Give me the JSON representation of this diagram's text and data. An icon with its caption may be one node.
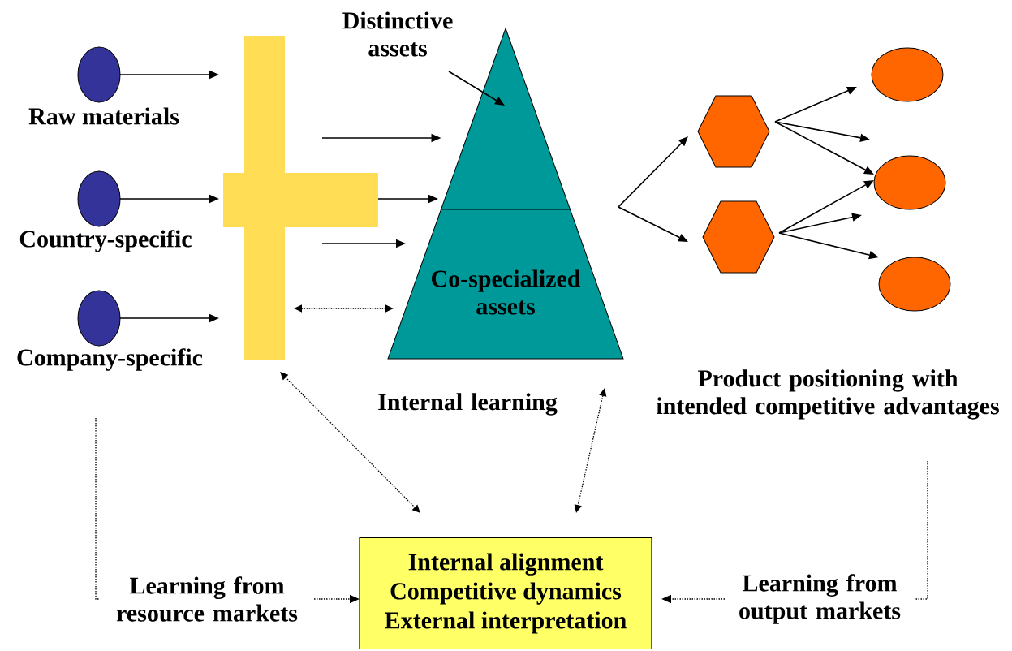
{
  "diagram": {
    "nodes": [
      {
        "text": [],
        "shape": "circle",
        "beside": [
          "Raw materials"
        ]
      },
      {
        "text": [],
        "shape": "circle",
        "beside": [
          "Country-specific"
        ]
      },
      {
        "text": [],
        "shape": "circle",
        "beside": [
          "Company-specific"
        ]
      },
      {
        "text": [],
        "shape": "cross"
      },
      {
        "text": [],
        "shape": "triangle"
      },
      {
        "text": [
          "Co-specialized assets"
        ]
      },
      {
        "text": [
          "Distinctive assets"
        ]
      },
      {
        "text": [],
        "shape": "hexagon"
      },
      {
        "text": [],
        "shape": "hexagon"
      },
      {
        "text": [],
        "shape": "circle"
      },
      {
        "text": [],
        "shape": "circle"
      },
      {
        "text": [],
        "shape": "circle"
      },
      {
        "text": [
          "Internal alignment",
          "Competitive dynamics",
          "External interpretation"
        ]
      }
    ],
    "edges": [
      {
        "from": 0,
        "to": 3,
        "arrow": "to"
      },
      {
        "from": 1,
        "to": 3,
        "arrow": "to"
      },
      {
        "from": 2,
        "to": 3,
        "arrow": "to"
      },
      {
        "from": 3,
        "to": 4,
        "arrow": "to"
      },
      {
        "from": 3,
        "to": 4,
        "arrow": "to"
      },
      {
        "from": 3,
        "to": 5,
        "arrow": "to"
      },
      {
        "from": 3,
        "to": 5,
        "arrow": "both",
        "style": "dashed"
      },
      {
        "from": 6,
        "to": 4,
        "arrow": "to"
      },
      {
        "from": null,
        "to": 7,
        "arrow": "to"
      },
      {
        "from": null,
        "to": 8,
        "arrow": "to"
      },
      {
        "from": 7,
        "to": 9,
        "arrow": "to"
      },
      {
        "from": 7,
        "to": 10,
        "arrow": "to"
      },
      {
        "from": 7,
        "to": 10,
        "arrow": "to"
      },
      {
        "from": 8,
        "to": 10,
        "arrow": "to"
      },
      {
        "from": 8,
        "to": 10,
        "arrow": "to"
      },
      {
        "from": 8,
        "to": 11,
        "arrow": "to"
      },
      {
        "from": 3,
        "to": 12,
        "arrow": "both",
        "style": "dashed"
      },
      {
        "from": 5,
        "to": 12,
        "arrow": "both",
        "style": "dashed"
      },
      {
        "from": null,
        "to": 12,
        "arrow": "to",
        "style": "dashed",
        "label": "Learning from resource markets"
      },
      {
        "from": null,
        "to": 12,
        "arrow": "to",
        "style": "dashed",
        "label": "Learning from output markets"
      }
    ],
    "labels": [
      "Internal learning",
      "Product positioning with intended competitive advantages"
    ]
  }
}
